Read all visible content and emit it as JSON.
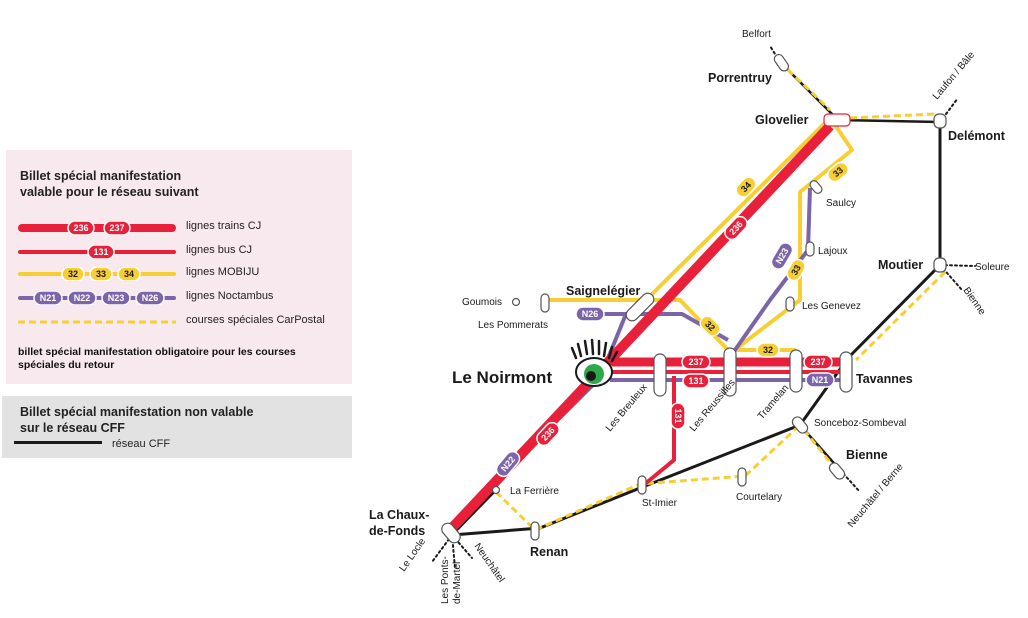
{
  "legend": {
    "valid_title": "Billet spécial manifestation\nvalable pour le réseau suivant",
    "rows": [
      {
        "kind": "train",
        "badges": [
          "236",
          "237"
        ],
        "label": "lignes trains CJ"
      },
      {
        "kind": "bus",
        "badges": [
          "131"
        ],
        "label": "lignes bus CJ"
      },
      {
        "kind": "mobiju",
        "badges": [
          "32",
          "33",
          "34"
        ],
        "label": "lignes MOBIJU"
      },
      {
        "kind": "noctambus",
        "badges": [
          "N21",
          "N22",
          "N23",
          "N26"
        ],
        "label": "lignes Noctambus"
      },
      {
        "kind": "carpostal",
        "badges": [],
        "label": "courses spéciales CarPostal"
      }
    ],
    "note": "billet spécial manifestation obligatoire pour les courses spéciales du retour",
    "invalid_title": "Billet spécial manifestation non valable\nsur le réseau CFF",
    "cff_label": "réseau CFF"
  },
  "colors": {
    "train": "#e8203a",
    "bus": "#e8203a",
    "mobiju": "#f7cf33",
    "noctambus": "#7c64a8",
    "carpostal": "#f7cf33",
    "cff": "#1a1a1a",
    "legend_pink": "#f8e9ef",
    "legend_grey": "#e2e2e2"
  },
  "stations": {
    "belfort": "Belfort",
    "porrentruy": "Porrentruy",
    "glovelier": "Glovelier",
    "laufon": "Laufon / Bâle",
    "delemont": "Delémont",
    "saulcy": "Saulcy",
    "lajoux": "Lajoux",
    "moutier": "Moutier",
    "soleure": "Soleure",
    "bienne_dir": "Bienne",
    "les_genevez": "Les Genevez",
    "saignelegier": "Saignelégier",
    "goumois": "Goumois",
    "les_pommerats": "Les Pommerats",
    "le_noirmont": "Le Noirmont",
    "les_breuleux": "Les Breuleux",
    "les_reussilles": "Les Reussilles",
    "tramelan": "Tramelan",
    "tavannes": "Tavannes",
    "sonceboz": "Sonceboz-Sombeval",
    "bienne": "Bienne",
    "neuchatel_berne": "Neuchâtel / Berne",
    "la_ferriere": "La Ferrière",
    "st_imier": "St-Imier",
    "courtelary": "Courtelary",
    "la_chaux_de_fonds": "La Chaux-\nde-Fonds",
    "renan": "Renan",
    "le_locle": "Le Locle",
    "les_ponts": "Les Ponts-\nde-Martel",
    "neuchatel": "Neuchâtel"
  },
  "lines": {
    "l236": "236",
    "l237": "237",
    "l131": "131",
    "l32": "32",
    "l33": "33",
    "l34": "34",
    "n21": "N21",
    "n22": "N22",
    "n23": "N23",
    "n26": "N26"
  }
}
